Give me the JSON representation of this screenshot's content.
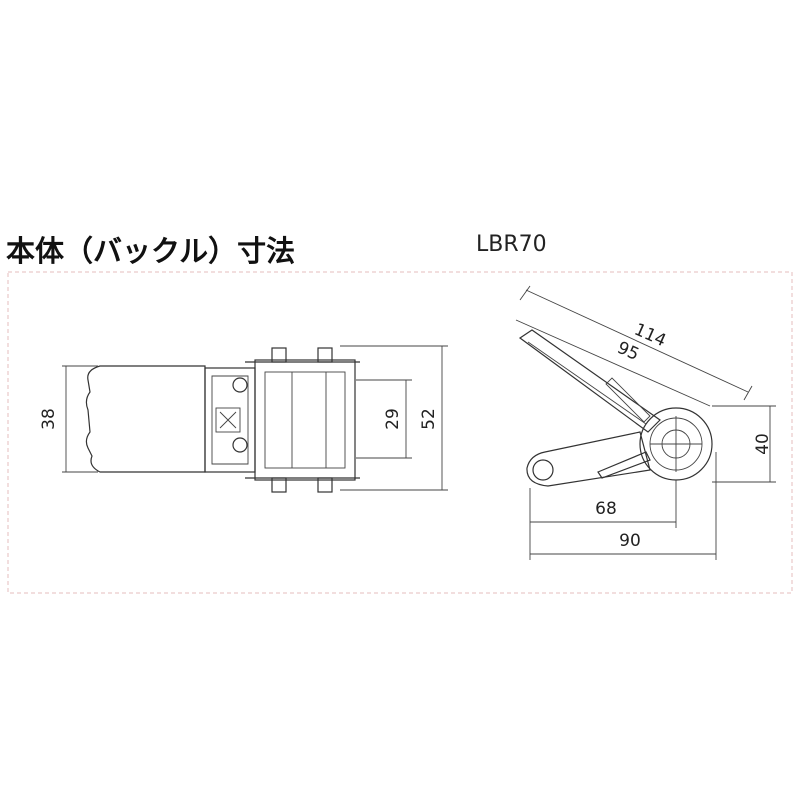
{
  "title": "本体（バックル）寸法",
  "model": "LBR70",
  "dimensions": {
    "front_height": "38",
    "inner_width": "29",
    "outer_width": "52",
    "side_length_long": "114",
    "side_length_short": "95",
    "side_height": "40",
    "base_length_a": "68",
    "base_length_b": "90"
  },
  "colors": {
    "frame_dash": "#e9c9c9",
    "line": "#333333"
  }
}
